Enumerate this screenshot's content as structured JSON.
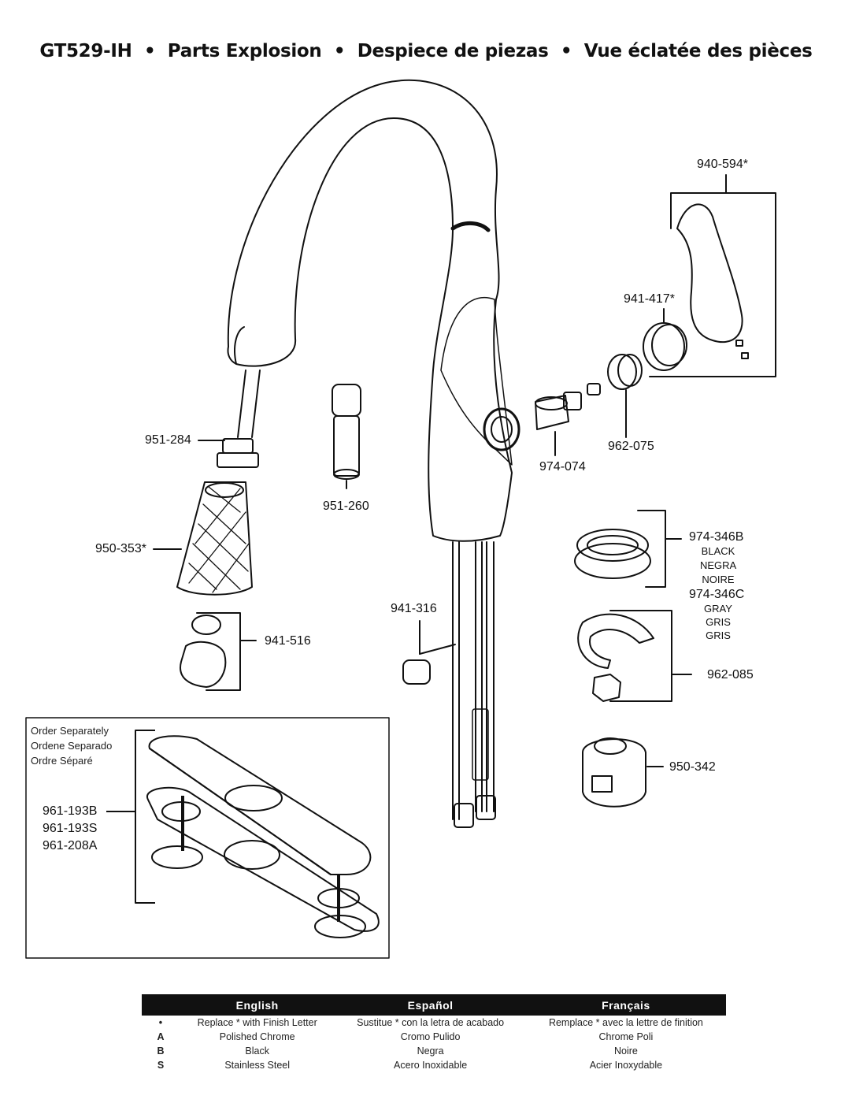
{
  "title": "GT529-IH  •  Parts Explosion  •  Despiece de piezas  •  Vue éclatée des pièces",
  "parts": {
    "p940_594": "940-594*",
    "p941_417": "941-417*",
    "p962_075": "962-075",
    "p974_074": "974-074",
    "p951_284": "951-284",
    "p951_260": "951-260",
    "p950_353": "950-353*",
    "p941_516": "941-516",
    "p941_316": "941-316",
    "p974_346B": "974-346B",
    "black": "BLACK",
    "negra": "NEGRA",
    "noire": "NOIRE",
    "p974_346C": "974-346C",
    "gray": "GRAY",
    "gris1": "GRIS",
    "gris2": "GRIS",
    "p962_085": "962-085",
    "p950_342": "950-342"
  },
  "inset": {
    "order_en": "Order Separately",
    "order_es": "Ordene Separado",
    "order_fr": "Ordre Séparé",
    "part1": "961-193B",
    "part2": "961-193S",
    "part3": "961-208A"
  },
  "legend": {
    "headers": [
      "English",
      "Español",
      "Français"
    ],
    "rows": [
      {
        "code": "•",
        "en": "Replace * with Finish Letter",
        "es": "Sustitue * con la letra de acabado",
        "fr": "Remplace * avec la lettre de finition"
      },
      {
        "code": "A",
        "en": "Polished Chrome",
        "es": "Cromo Pulido",
        "fr": "Chrome Poli"
      },
      {
        "code": "B",
        "en": "Black",
        "es": "Negra",
        "fr": "Noire"
      },
      {
        "code": "S",
        "en": "Stainless Steel",
        "es": "Acero Inoxidable",
        "fr": "Acier Inoxydable"
      }
    ]
  }
}
